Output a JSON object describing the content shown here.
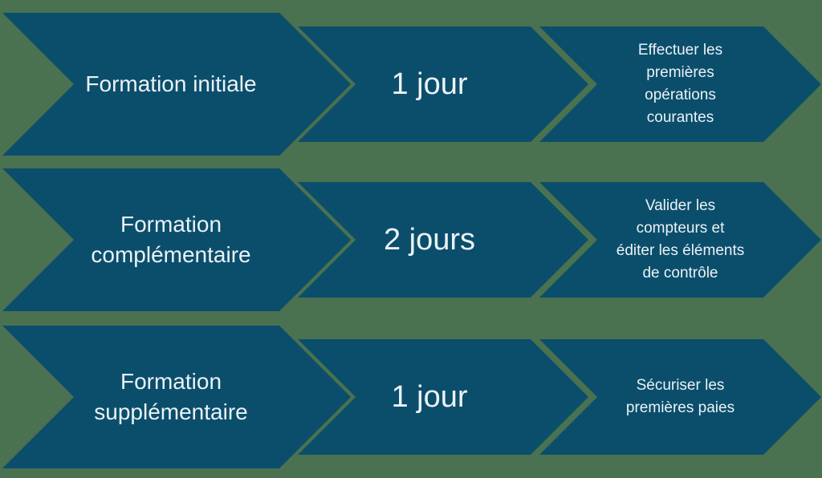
{
  "colors": {
    "background": "#4A7150",
    "shape": "#0B4E6C",
    "text": "#EBF2F4"
  },
  "diagram": {
    "rows": [
      {
        "phase": "Formation initiale",
        "duration": "1 jour",
        "outcome": "Effectuer les\npremières\nopérations\ncourantes"
      },
      {
        "phase": "Formation\ncomplémentaire",
        "duration": "2 jours",
        "outcome": "Valider les\ncompteurs et\néditer les éléments\nde contrôle"
      },
      {
        "phase": "Formation\nsupplémentaire",
        "duration": "1 jour",
        "outcome": "Sécuriser les\npremières paies"
      }
    ]
  }
}
